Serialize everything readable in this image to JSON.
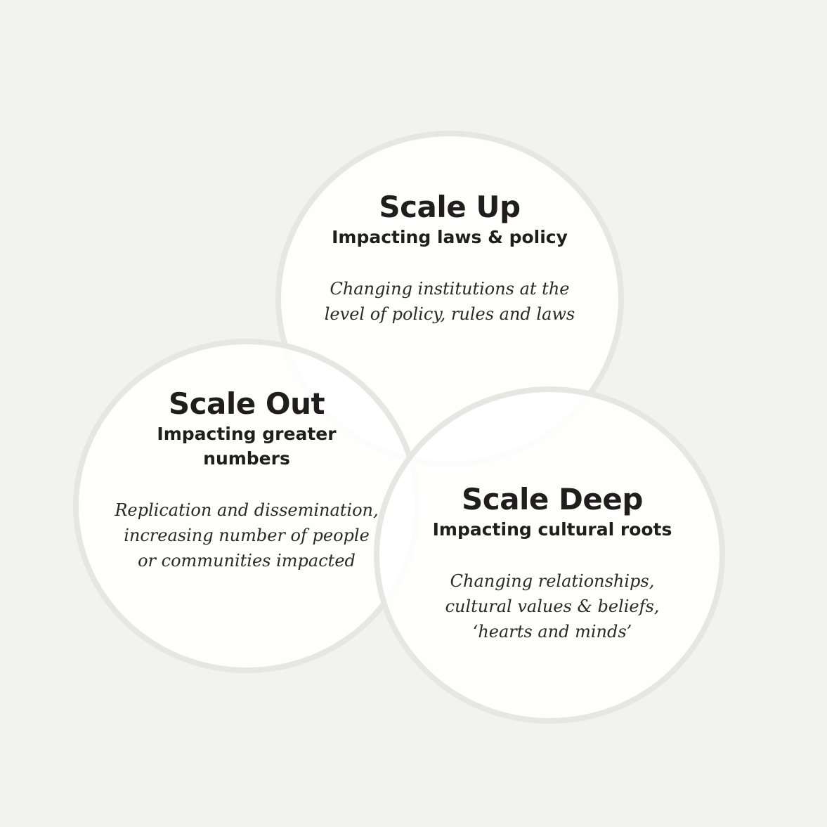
{
  "circles": {
    "scale_up": {
      "title": "Scale Up",
      "subtitle": "Impacting laws & policy",
      "description": "Changing institutions at the level of policy, rules and laws"
    },
    "scale_out": {
      "title": "Scale Out",
      "subtitle": "Impacting greater numbers",
      "description": "Replication and dissemination, increasing number of people or communities impacted"
    },
    "scale_deep": {
      "title": "Scale Deep",
      "subtitle": "Impacting cultural roots",
      "description": "Changing relationships, cultural values & beliefs, ‘hearts and minds’"
    }
  },
  "colors": {
    "background": "#f2f2ee",
    "circle_fill": "#ffffff",
    "circle_border": "#e6e7e1",
    "text": "#1f1d1e"
  }
}
